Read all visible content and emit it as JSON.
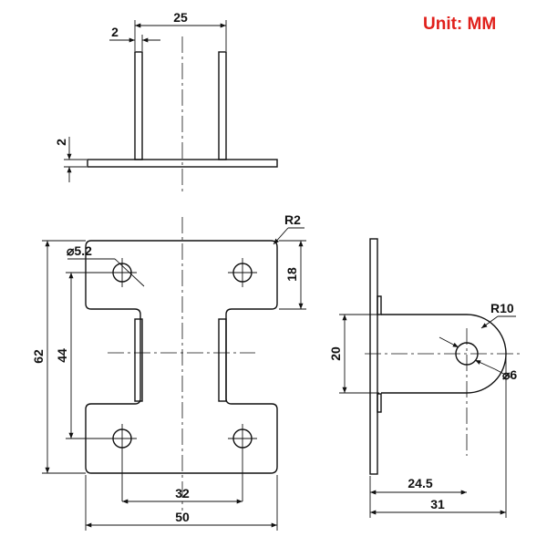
{
  "unit_label": "Unit: MM",
  "colors": {
    "unit_label": "#e0201b",
    "line": "#111111",
    "background": "#ffffff"
  },
  "dimensions": {
    "top_width": "25",
    "top_thickness": "2",
    "top_plate_thickness": "2",
    "corner_radius": "R2",
    "hole_diameter": "⌀5.2",
    "top_hole_offset": "18",
    "total_height": "62",
    "hole_spacing_vertical": "44",
    "hole_spacing_horizontal": "32",
    "total_width": "50",
    "side_radius": "R10",
    "side_height": "20",
    "side_hole_diameter": "⌀6",
    "side_hole_offset": "24.5",
    "side_length": "31"
  }
}
